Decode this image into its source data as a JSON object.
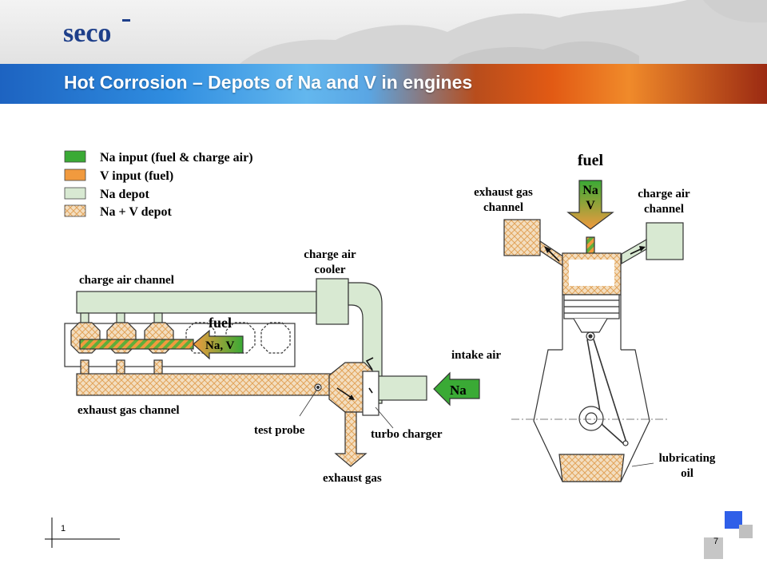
{
  "header": {
    "logo_text": "seco",
    "title": "Hot Corrosion – Depots of Na and V in engines"
  },
  "legend": [
    {
      "label": "Na input (fuel & charge air)",
      "color": "#3aaa35"
    },
    {
      "label": "V input (fuel)",
      "color": "#f19a3e"
    },
    {
      "label": "Na depot",
      "color": "#d8e9d2"
    },
    {
      "label": "Na + V depot",
      "pattern": "na-v-depot"
    }
  ],
  "engine_layout": {
    "charge_air_cooler": "charge air\ncooler",
    "charge_air_channel": "charge air channel",
    "fuel": "fuel",
    "fuel_marker": "Na, V",
    "intake_air": "intake air",
    "intake_marker": "Na",
    "exhaust_gas_channel": "exhaust gas  channel",
    "test_probe": "test probe",
    "turbo_charger": "turbo charger",
    "exhaust_gas": "exhaust gas"
  },
  "cylinder": {
    "fuel": "fuel",
    "fuel_marker_top": "Na",
    "fuel_marker_bottom": "V",
    "exhaust_gas_channel": "exhaust gas\nchannel",
    "charge_air_channel": "charge air\nchannel",
    "lubricating_oil": "lubricating\noil"
  },
  "colors": {
    "na_input": "#3aaa35",
    "v_input": "#f19a3e",
    "na_depot": "#d8e9d2",
    "depot_pattern_fill": "#efd6b3",
    "depot_pattern_line": "#e0a055"
  },
  "footer": {
    "page_number": "1",
    "slide_number": "7"
  }
}
